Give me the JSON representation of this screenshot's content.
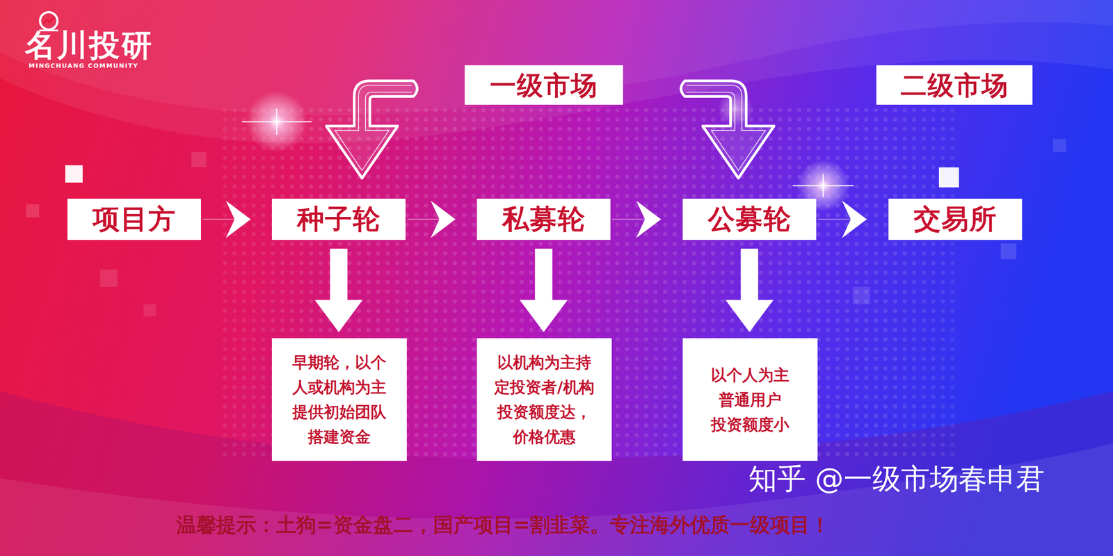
{
  "diagram": {
    "nodes": [
      {
        "text": [
          "一级市场"
        ]
      },
      {
        "text": [
          "二级市场"
        ]
      },
      {
        "text": [
          "项目方"
        ]
      },
      {
        "text": [
          "种子轮"
        ]
      },
      {
        "text": [
          "私募轮"
        ]
      },
      {
        "text": [
          "公募轮"
        ]
      },
      {
        "text": [
          "交易所"
        ]
      },
      {
        "text": [
          "早期轮，以个 人或机构为主 提供初始团队 搭建资金"
        ]
      },
      {
        "text": [
          "以机构为主持 定投资者/机构 投资额度达， 价格优惠"
        ]
      },
      {
        "text": [
          "以个人为主 普通用户 投资额度小"
        ]
      }
    ],
    "edges": [
      {
        "from": 2,
        "to": 3,
        "arrow": "to"
      },
      {
        "from": 3,
        "to": 4,
        "arrow": "to"
      },
      {
        "from": 4,
        "to": 5,
        "arrow": "to"
      },
      {
        "from": 5,
        "to": 6,
        "arrow": "to"
      },
      {
        "from": 3,
        "to": 7,
        "arrow": "to"
      },
      {
        "from": 4,
        "to": 8,
        "arrow": "to"
      },
      {
        "from": 5,
        "to": 9,
        "arrow": "to"
      }
    ],
    "labels": [
      "名川投研",
      "MINGCHUANG COMMUNITY",
      "温馨提示：土狗=资金盘二，国产项目=割韭菜。专注海外优质一级项目！",
      "知乎 @一级市场春申君"
    ]
  }
}
